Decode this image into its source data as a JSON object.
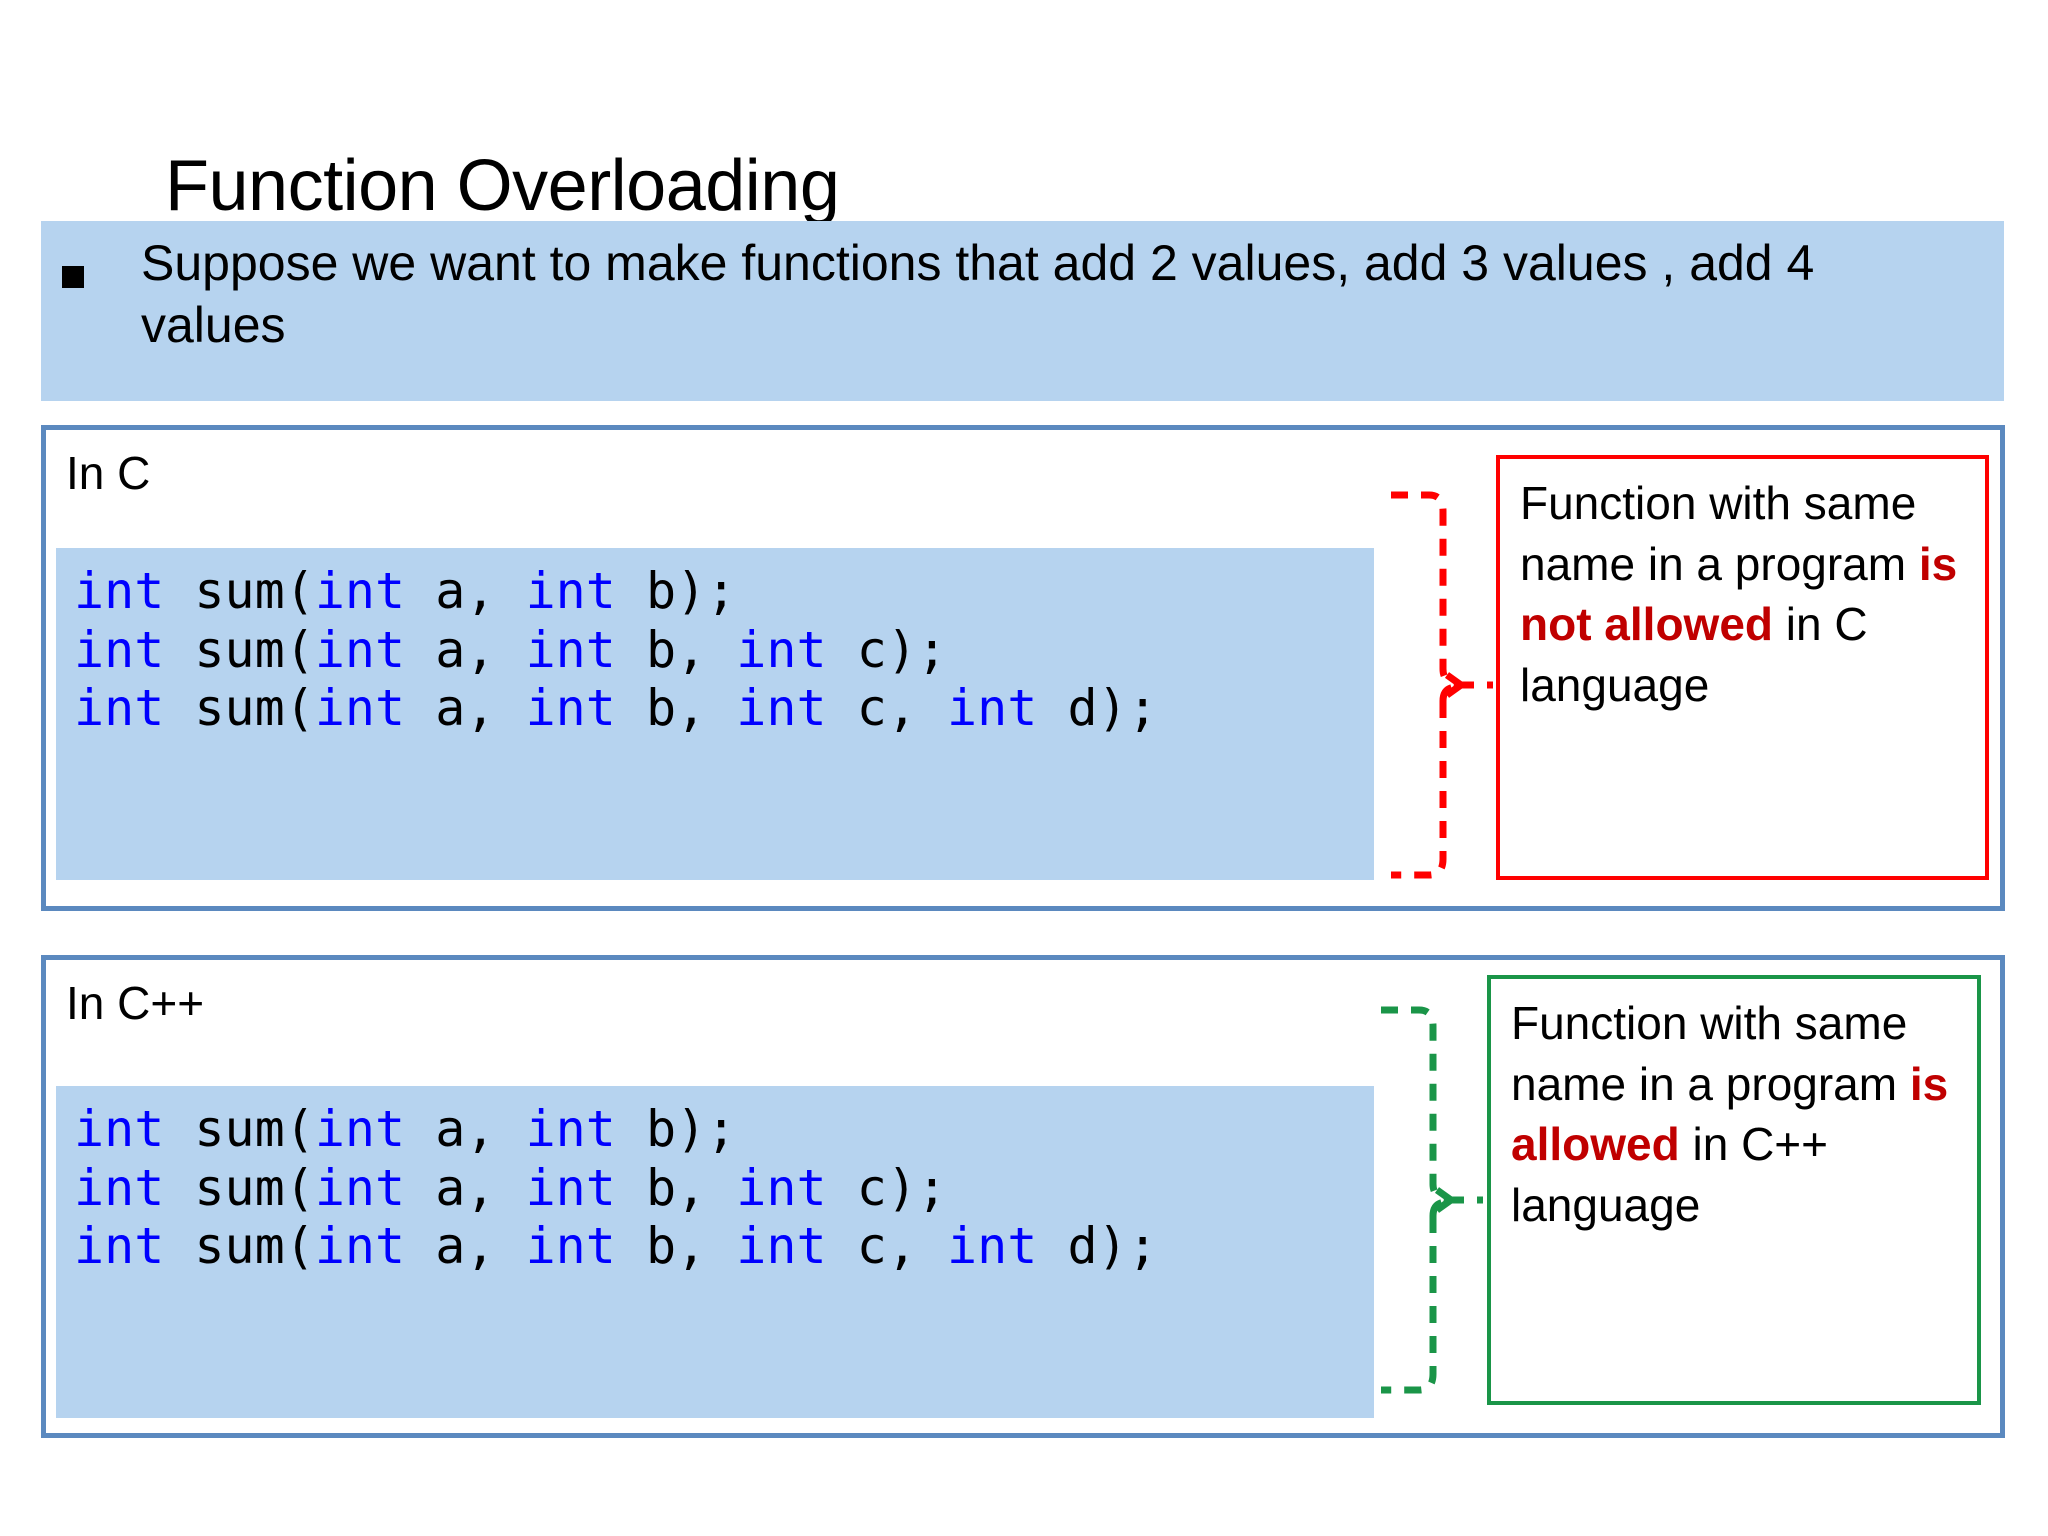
{
  "slide": {
    "title": "Function Overloading"
  },
  "intro": {
    "bullet_marker": "square-bullet",
    "text": "Suppose we want to make functions that add 2 values, add 3 values , add 4 values"
  },
  "colors": {
    "banner_blue": "#b6d3ef",
    "panel_border_blue": "#5b89bf",
    "code_keyword_blue": "#0000ff",
    "callout_border_red": "#ff0000",
    "callout_border_green": "#1a9548",
    "emphasis_red": "#c00000",
    "page_background": "#ffffff",
    "text_black": "#000000"
  },
  "panels": [
    {
      "id": "c",
      "label": "In C",
      "code_lines": [
        [
          {
            "t": "int",
            "kw": true
          },
          {
            "t": " sum(",
            "kw": false
          },
          {
            "t": "int",
            "kw": true
          },
          {
            "t": " a, ",
            "kw": false
          },
          {
            "t": "int",
            "kw": true
          },
          {
            "t": " b);",
            "kw": false
          }
        ],
        [
          {
            "t": "int",
            "kw": true
          },
          {
            "t": " sum(",
            "kw": false
          },
          {
            "t": "int",
            "kw": true
          },
          {
            "t": " a, ",
            "kw": false
          },
          {
            "t": "int",
            "kw": true
          },
          {
            "t": " b, ",
            "kw": false
          },
          {
            "t": "int",
            "kw": true
          },
          {
            "t": " c);",
            "kw": false
          }
        ],
        [
          {
            "t": "int",
            "kw": true
          },
          {
            "t": " sum(",
            "kw": false
          },
          {
            "t": "int",
            "kw": true
          },
          {
            "t": " a, ",
            "kw": false
          },
          {
            "t": "int",
            "kw": true
          },
          {
            "t": " b, ",
            "kw": false
          },
          {
            "t": "int",
            "kw": true
          },
          {
            "t": " c, ",
            "kw": false
          },
          {
            "t": "int",
            "kw": true
          },
          {
            "t": " d);",
            "kw": false
          }
        ]
      ],
      "code_plain": "int sum(int a, int b);\nint sum(int a, int b, int c);\nint sum(int a, int b, int c, int d);",
      "connector": "dashed-curly-brace-red",
      "callout": {
        "border_color": "#ff0000",
        "parts": [
          {
            "t": "Function with same name in a program ",
            "emph": false
          },
          {
            "t": "is not allowed",
            "emph": true
          },
          {
            "t": " in C language",
            "emph": false
          }
        ],
        "plain": "Function with same name in a program is not allowed in C language"
      }
    },
    {
      "id": "cpp",
      "label": "In C++",
      "code_lines": [
        [
          {
            "t": "int",
            "kw": true
          },
          {
            "t": " sum(",
            "kw": false
          },
          {
            "t": "int",
            "kw": true
          },
          {
            "t": " a, ",
            "kw": false
          },
          {
            "t": "int",
            "kw": true
          },
          {
            "t": " b);",
            "kw": false
          }
        ],
        [
          {
            "t": "int",
            "kw": true
          },
          {
            "t": " sum(",
            "kw": false
          },
          {
            "t": "int",
            "kw": true
          },
          {
            "t": " a, ",
            "kw": false
          },
          {
            "t": "int",
            "kw": true
          },
          {
            "t": " b, ",
            "kw": false
          },
          {
            "t": "int",
            "kw": true
          },
          {
            "t": " c);",
            "kw": false
          }
        ],
        [
          {
            "t": "int",
            "kw": true
          },
          {
            "t": " sum(",
            "kw": false
          },
          {
            "t": "int",
            "kw": true
          },
          {
            "t": " a, ",
            "kw": false
          },
          {
            "t": "int",
            "kw": true
          },
          {
            "t": " b, ",
            "kw": false
          },
          {
            "t": "int",
            "kw": true
          },
          {
            "t": " c, ",
            "kw": false
          },
          {
            "t": "int",
            "kw": true
          },
          {
            "t": " d);",
            "kw": false
          }
        ]
      ],
      "code_plain": "int sum(int a, int b);\nint sum(int a, int b, int c);\nint sum(int a, int b, int c, int d);",
      "connector": "dashed-curly-brace-green",
      "callout": {
        "border_color": "#1a9548",
        "parts": [
          {
            "t": "Function with same name in a program ",
            "emph": false
          },
          {
            "t": "is allowed",
            "emph": true
          },
          {
            "t": " in C++ language",
            "emph": false
          }
        ],
        "plain": "Function with same name in a program is allowed in C++ language"
      }
    }
  ]
}
